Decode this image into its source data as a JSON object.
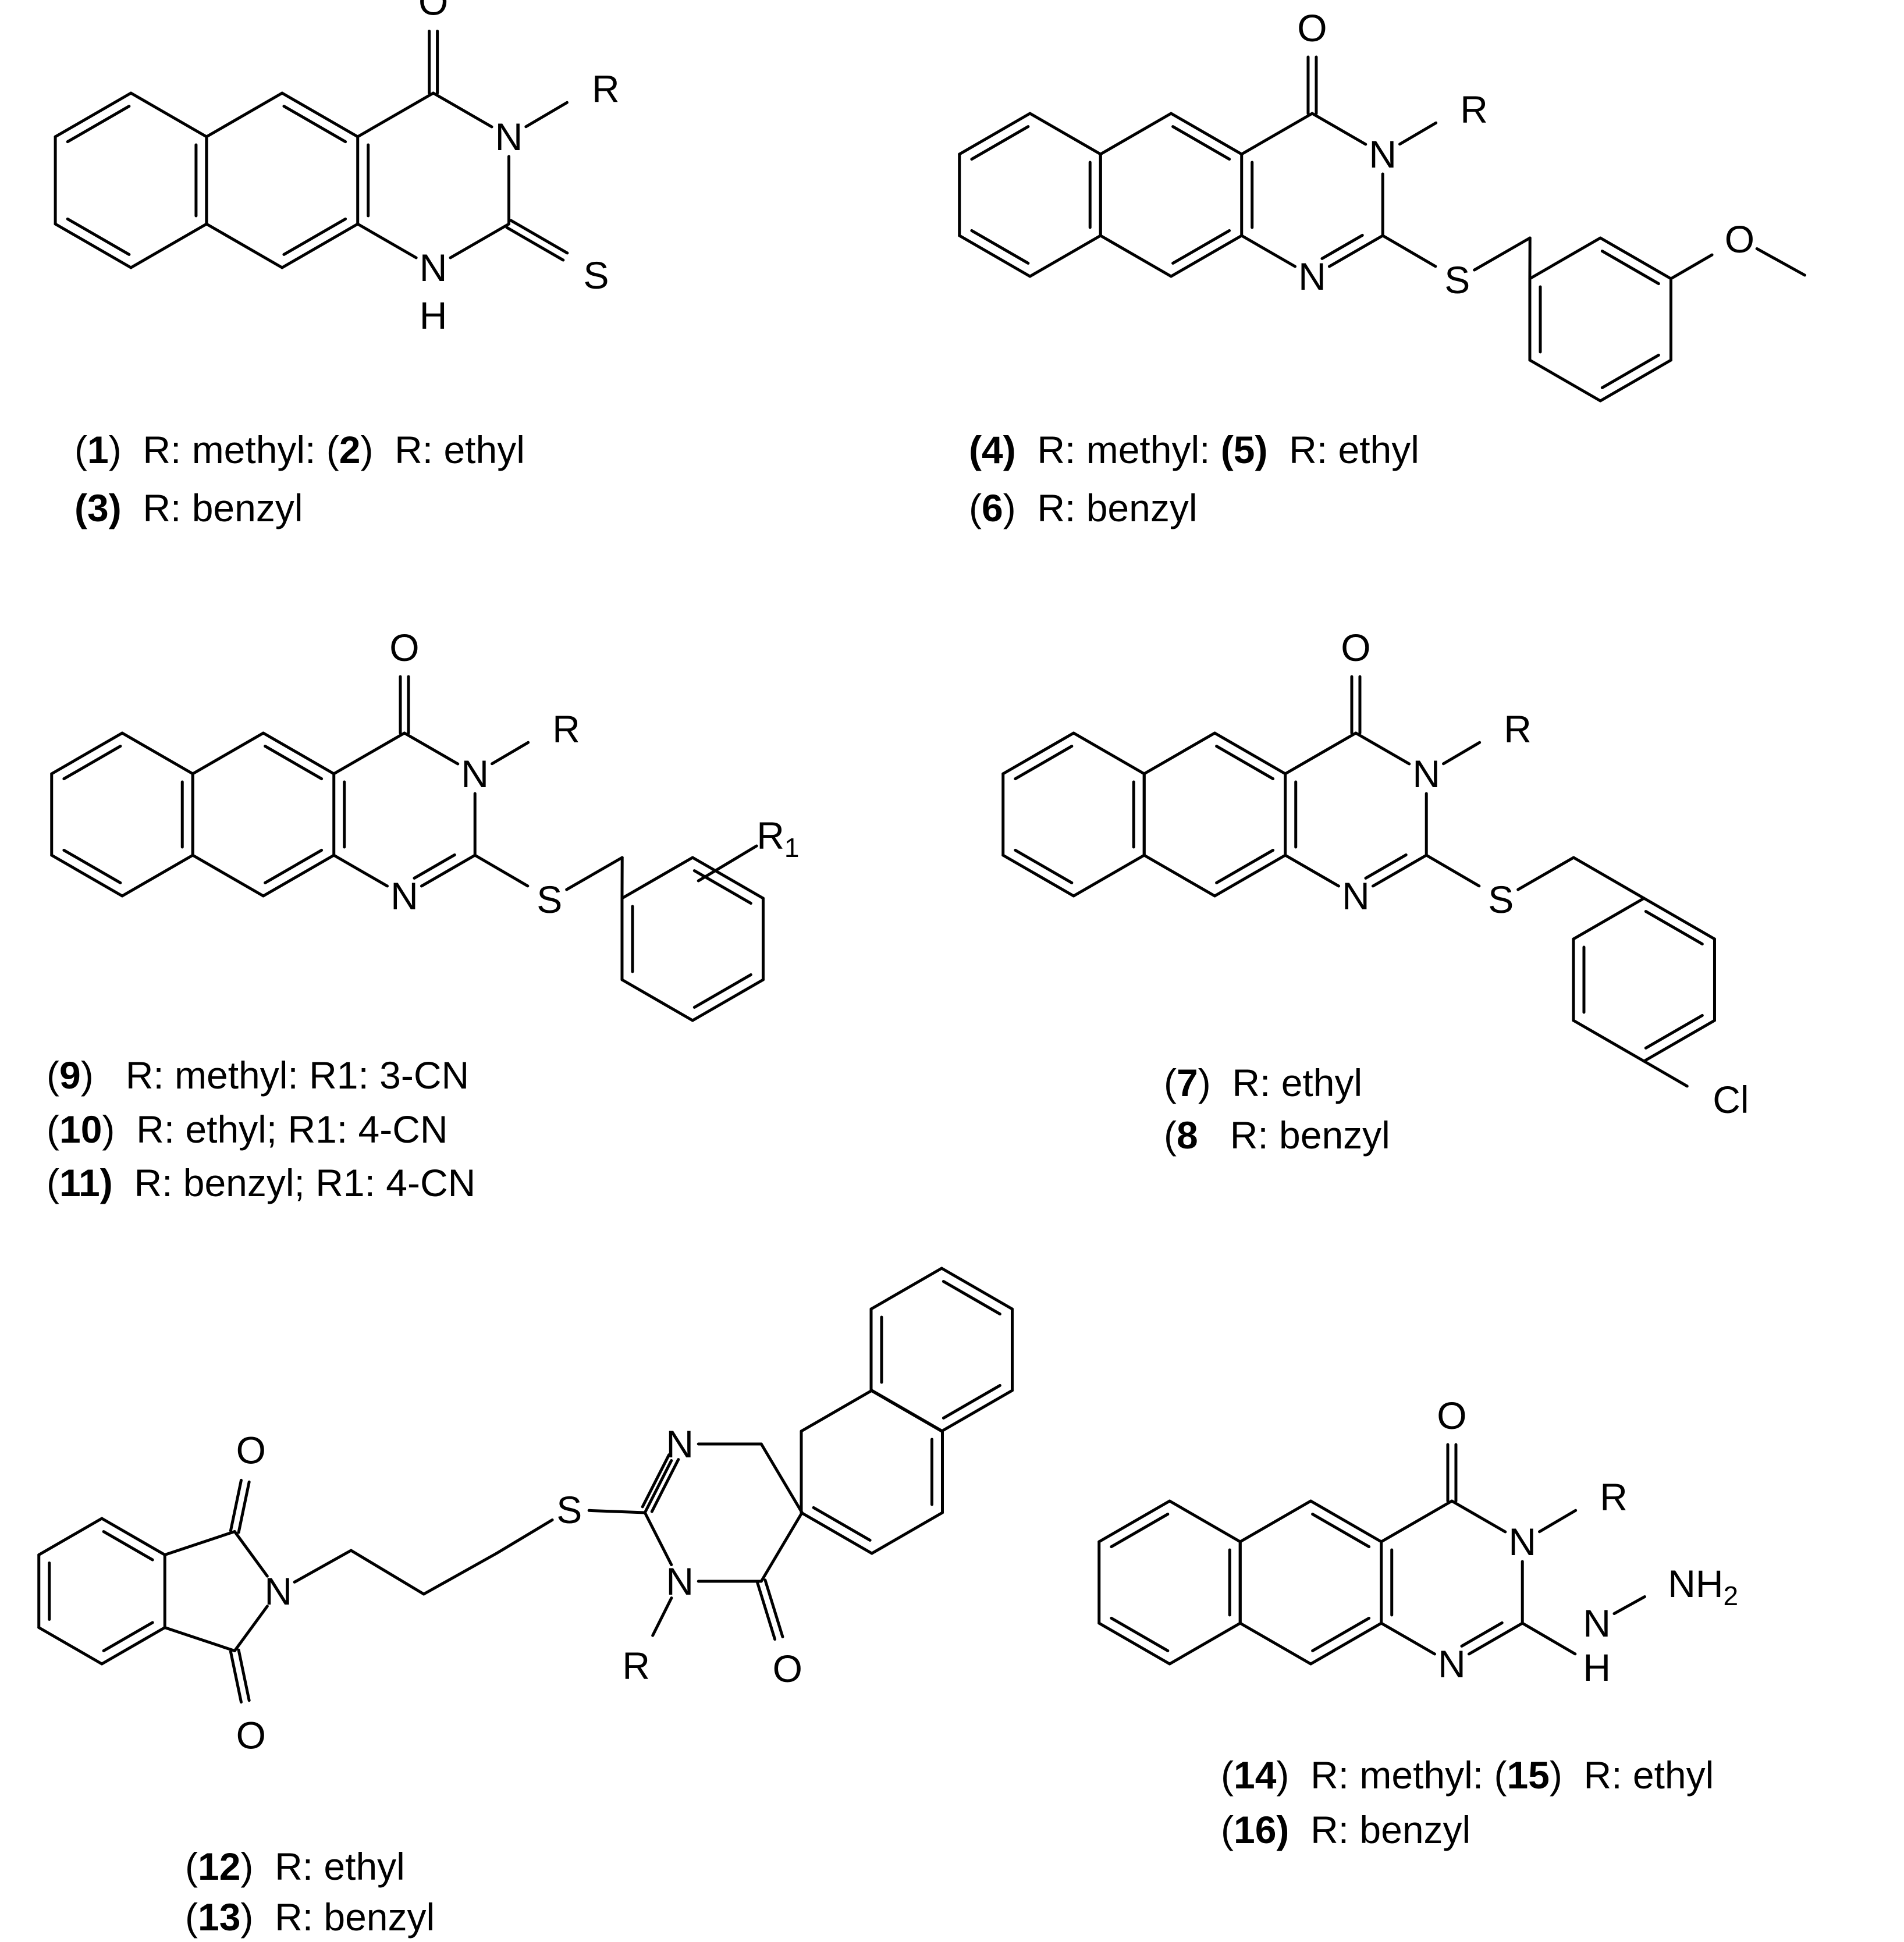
{
  "atoms": {
    "O": "O",
    "N": "N",
    "S": "S",
    "H": "H",
    "R": "R",
    "Cl": "Cl",
    "NH2": "NH",
    "sub2": "2",
    "sub1": "1"
  },
  "captions": {
    "s1": {
      "l1": {
        "n1": "1",
        "t1": "R: methyl:",
        "n2": "2",
        "t2": "R: ethyl"
      },
      "l2": {
        "n1": "3",
        "t1": "R: benzyl"
      }
    },
    "s2": {
      "l1": {
        "n1": "4",
        "t1": "R: methyl:",
        "n2": "5",
        "t2": "R: ethyl"
      },
      "l2": {
        "n1": "6",
        "t1": "R: benzyl"
      }
    },
    "s3": {
      "l1": {
        "n1": "9",
        "t1": "R: methyl:  R1: 3-CN"
      },
      "l2": {
        "n1": "10",
        "t1": "R: ethyl; R1: 4-CN"
      },
      "l3": {
        "n1": "11",
        "t1": "R: benzyl; R1: 4-CN"
      }
    },
    "s4": {
      "l1": {
        "n1": "7",
        "t1": "R: ethyl"
      },
      "l2": {
        "n1": "8",
        "t1": "R: benzyl"
      }
    },
    "s5": {
      "l1": {
        "n1": "12",
        "t1": "R: ethyl"
      },
      "l2": {
        "n1": "13",
        "t1": "R: benzyl"
      }
    },
    "s6": {
      "l1": {
        "n1": "14",
        "t1": "R: methyl:",
        "n2": "15",
        "t2": "R: ethyl"
      },
      "l2": {
        "n1": "16",
        "t1": "R: benzyl"
      }
    }
  }
}
